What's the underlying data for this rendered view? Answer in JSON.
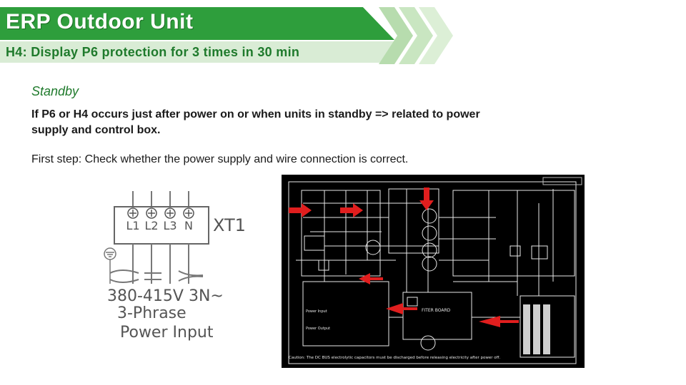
{
  "slide": {
    "title": "ERP Outdoor Unit",
    "subtitle": "H4: Display P6 protection for 3 times in 30 min",
    "section_label": "Standby",
    "paragraph1": "If P6 or H4 occurs just after power on or when units in standby => related to power supply and control box.",
    "paragraph2": "First step: Check whether the power supply and wire connection is correct."
  },
  "terminal_diagram": {
    "terminals": [
      "L1",
      "L2",
      "L3",
      "N"
    ],
    "block_label": "XT1",
    "voltage": "380-415V 3N~",
    "phase": "3-Phrase",
    "caption": "Power Input"
  },
  "wiring_diagram": {
    "panel_labels": [
      "FITER BOARD",
      "Power Input",
      "Power Output"
    ],
    "caution": "Caution: The DC BUS electrolytic capacitors must be discharged before releasing electricity after power off.",
    "arrow_color": "#e01e1e"
  },
  "colors": {
    "title_green": "#2e9e3c",
    "subtitle_bg": "#d9ecd5",
    "accent_text": "#1f7a2c"
  }
}
